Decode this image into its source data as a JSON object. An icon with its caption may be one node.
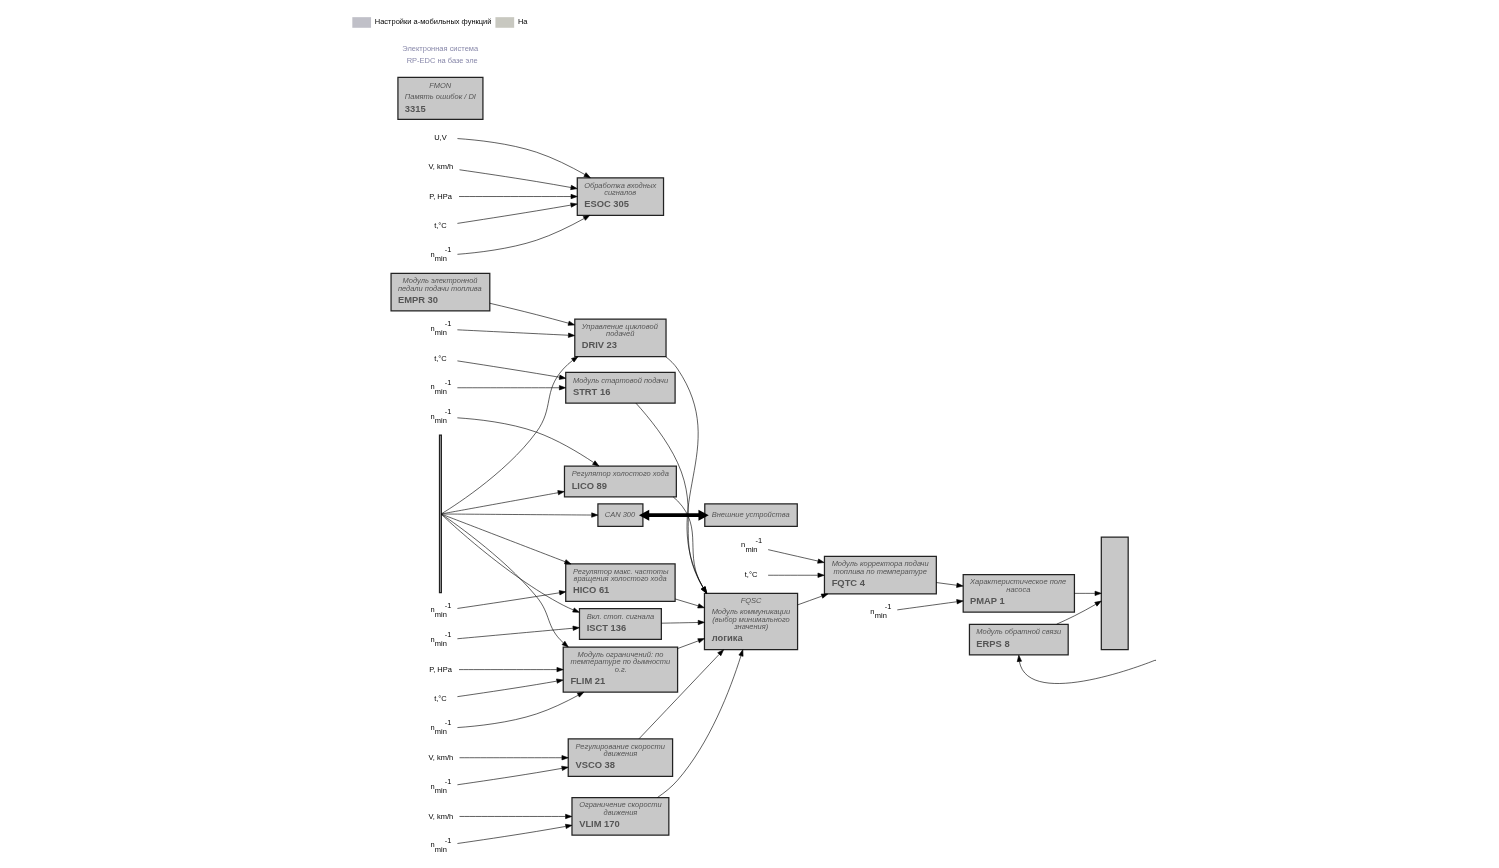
{
  "diagram": {
    "nodes": [
      {
        "text": [
          "Модуль электронной педали подачи топлива",
          "EMPR 30"
        ]
      },
      {
        "text": [
          "Обработка входных сигналов",
          "ESOC 305"
        ]
      },
      {
        "text": [
          "CAN 300"
        ]
      },
      {
        "text": [
          "Управление цикловой подачей",
          "DRIV 23"
        ]
      },
      {
        "text": [
          "Модуль стартовой подачи",
          "STRT 16"
        ]
      },
      {
        "text": [
          "Регулятор холостого хода",
          "LICO 89"
        ]
      },
      {
        "text": [
          "Регулятор макс. частоты вращения холостого хода",
          "HICO 61"
        ]
      },
      {
        "text": [
          "Модуль ограничений: по температуре по дымности о.г.",
          "FLIM 21"
        ]
      },
      {
        "text": [
          "Вкл. стоп. сигнала",
          "ISCT 136"
        ]
      },
      {
        "text": [
          "Регулирование скорости движения",
          "VSCO 38"
        ]
      },
      {
        "text": [
          "Ограничение скорости движения",
          "VLIM 170"
        ]
      },
      {
        "text": [
          "FQSC",
          "Модуль коммуникации (выбор минимального значения)",
          "логика"
        ]
      },
      {
        "text": [
          "Модуль корректора подачи топлива по температуре",
          "FQTC 4"
        ]
      },
      {
        "text": [
          "Характеристическое поле насоса",
          "PMAP 1"
        ]
      },
      {
        "text": [
          "Модуль обратной связи",
          "ERPS 8"
        ]
      },
      {
        "text": [],
        "shape": "box"
      },
      {
        "text": [
          "Внешние устройства"
        ]
      },
      {
        "text": [
          "FMON",
          "Память ошибок / DI",
          "3315"
        ]
      },
      {
        "text": [
          "U,V"
        ]
      },
      {
        "text": [
          "V, km/h"
        ]
      },
      {
        "text": [
          "P, HPa"
        ]
      },
      {
        "text": [
          "t,°C"
        ]
      },
      {
        "text": [
          "n$_{min}$$^{-1}$"
        ]
      },
      {
        "text": [
          "n$_{min}$$^{-1}$"
        ]
      },
      {
        "text": [
          "t,°C"
        ]
      },
      {
        "text": [
          "n$_{min}$$^{-1}$"
        ]
      },
      {
        "text": [
          "n$_{min}$$^{-1}$"
        ]
      },
      {
        "text": [
          "n$_{min}$$^{-1}$"
        ]
      },
      {
        "text": [
          "P, HPa"
        ]
      },
      {
        "text": [
          "t,°C"
        ]
      },
      {
        "text": [
          "n$_{min}$$^{-1}$"
        ]
      },
      {
        "text": [
          "n$_{min}$$^{-1}$"
        ]
      },
      {
        "text": [
          "V, km/h"
        ]
      },
      {
        "text": [
          "n$_{min}$$^{-1}$"
        ]
      },
      {
        "text": [
          "V, km/h"
        ]
      },
      {
        "text": [
          "n$_{min}$$^{-1}$"
        ]
      },
      {
        "text": [
          "n$_{min}$$^{-1}$"
        ]
      },
      {
        "text": [
          "t,°C"
        ]
      },
      {
        "text": [
          "n$_{min}$$^{-1}$"
        ]
      },
      {
        "text": [],
        "shape": "bar"
      }
    ],
    "edges": [
      {
        "from": 0,
        "to": 3,
        "arrow": "to"
      },
      {
        "from": 39,
        "to": 3,
        "arrow": "to"
      },
      {
        "from": 39,
        "to": 5,
        "arrow": "to"
      },
      {
        "from": 39,
        "to": 6,
        "arrow": "to"
      },
      {
        "from": 39,
        "to": 7,
        "arrow": "to"
      },
      {
        "from": 39,
        "to": 8,
        "arrow": "to"
      },
      {
        "from": 39,
        "to": 2,
        "arrow": "to"
      },
      {
        "from": 2,
        "to": 16,
        "arrow": "both",
        "style": "thick"
      },
      {
        "from": 3,
        "to": 11,
        "arrow": "to"
      },
      {
        "from": 4,
        "to": 11,
        "arrow": "to"
      },
      {
        "from": 5,
        "to": 11,
        "arrow": "to"
      },
      {
        "from": 6,
        "to": 11,
        "arrow": "to"
      },
      {
        "from": 7,
        "to": 11,
        "arrow": "to"
      },
      {
        "from": 8,
        "to": 11,
        "arrow": "to"
      },
      {
        "from": 9,
        "to": 11,
        "arrow": "to"
      },
      {
        "from": 10,
        "to": 11,
        "arrow": "to"
      },
      {
        "from": 11,
        "to": 12,
        "arrow": "to"
      },
      {
        "from": 12,
        "to": 13,
        "arrow": "to"
      },
      {
        "from": 13,
        "to": 15,
        "arrow": "to"
      },
      {
        "from": 14,
        "to": 15,
        "arrow": "to"
      },
      {
        "from": null,
        "to": 14,
        "arrow": "to"
      },
      {
        "from": 18,
        "to": 1,
        "arrow": "to"
      },
      {
        "from": 19,
        "to": 1,
        "arrow": "to"
      },
      {
        "from": 20,
        "to": 1,
        "arrow": "to"
      },
      {
        "from": 21,
        "to": 1,
        "arrow": "to"
      },
      {
        "from": 22,
        "to": 1,
        "arrow": "to"
      },
      {
        "from": 23,
        "to": 3,
        "arrow": "to"
      },
      {
        "from": 24,
        "to": 4,
        "arrow": "to"
      },
      {
        "from": 25,
        "to": 4,
        "arrow": "to"
      },
      {
        "from": 26,
        "to": 5,
        "arrow": "to"
      },
      {
        "from": 27,
        "to": 6,
        "arrow": "to"
      },
      {
        "from": 28,
        "to": 7,
        "arrow": "to"
      },
      {
        "from": 29,
        "to": 7,
        "arrow": "to"
      },
      {
        "from": 30,
        "to": 7,
        "arrow": "to"
      },
      {
        "from": 31,
        "to": 8,
        "arrow": "to"
      },
      {
        "from": 32,
        "to": 9,
        "arrow": "to"
      },
      {
        "from": 33,
        "to": 9,
        "arrow": "to"
      },
      {
        "from": 34,
        "to": 10,
        "arrow": "to"
      },
      {
        "from": 35,
        "to": 10,
        "arrow": "to"
      },
      {
        "from": 36,
        "to": 12,
        "arrow": "to"
      },
      {
        "from": 37,
        "to": 12,
        "arrow": "to"
      },
      {
        "from": 38,
        "to": 13,
        "arrow": "to"
      }
    ],
    "labels": [
      "Электронная система",
      "RP-EDC на базе эле"
    ],
    "legend": [
      {
        "text": "Настройки а-мобильных функций",
        "color": "#c0c0c8"
      },
      {
        "text": "На",
        "color": "#c8c8c0"
      }
    ]
  }
}
